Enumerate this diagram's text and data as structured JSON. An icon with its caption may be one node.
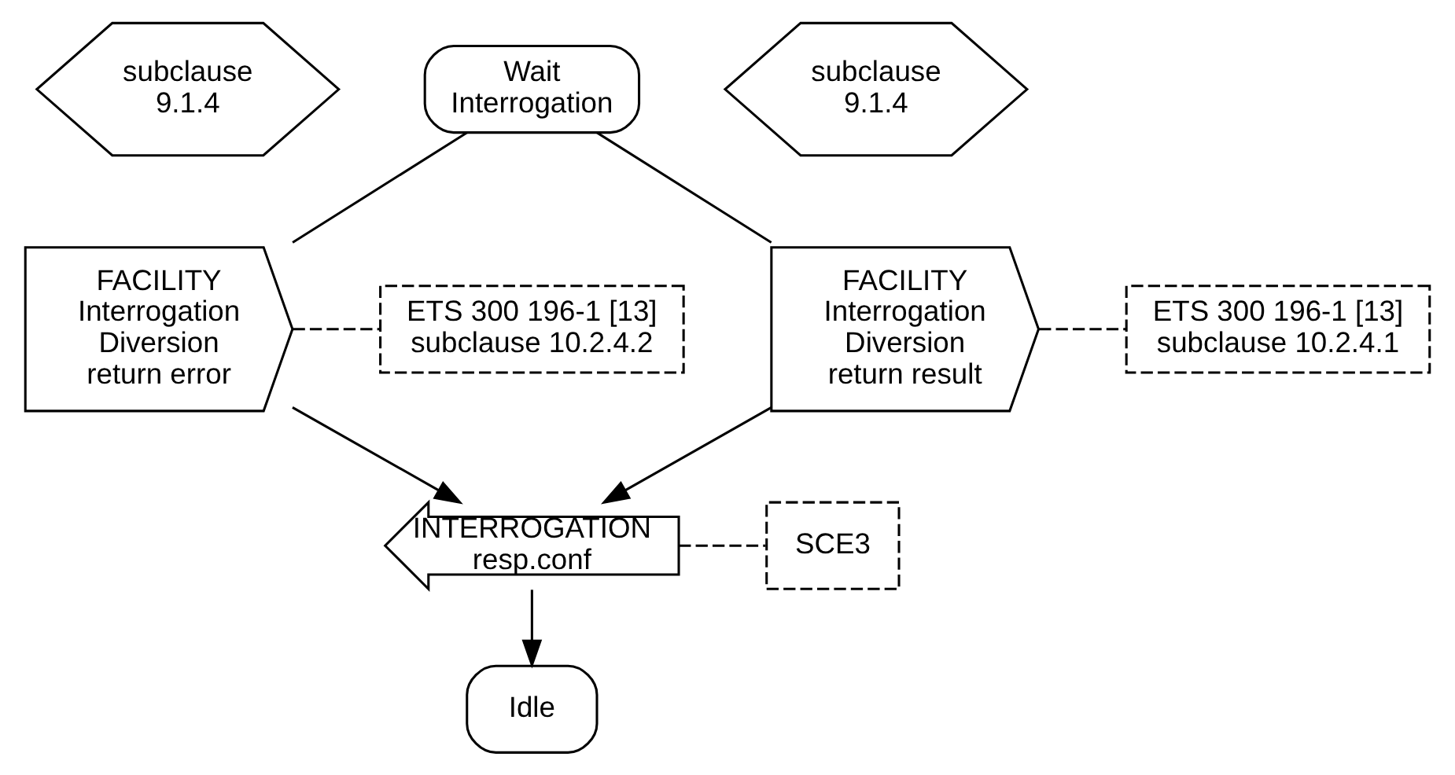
{
  "diagram": {
    "nodes": [
      {
        "text": [
          "subclause 9.1.4"
        ]
      },
      {
        "text": [
          "Wait Interrogation"
        ]
      },
      {
        "text": [
          "subclause 9.1.4"
        ]
      },
      {
        "text": [
          "FACILITY Interrogation Diversion return error"
        ]
      },
      {
        "text": [
          "ETS 300 196-1 [13] subclause 10.2.4.2"
        ]
      },
      {
        "text": [
          "FACILITY Interrogation Diversion return result"
        ]
      },
      {
        "text": [
          "ETS 300 196-1 [13] subclause 10.2.4.1"
        ]
      },
      {
        "text": [
          "INTERROGATION resp.conf"
        ]
      },
      {
        "text": [
          "SCE3"
        ]
      },
      {
        "text": [
          "Idle"
        ]
      }
    ],
    "edges": [
      {
        "from": 1,
        "to": 3,
        "arrow": "none"
      },
      {
        "from": 1,
        "to": 5,
        "arrow": "none"
      },
      {
        "from": 3,
        "to": 4,
        "arrow": "none",
        "style": "dashed"
      },
      {
        "from": 5,
        "to": 6,
        "arrow": "none",
        "style": "dashed"
      },
      {
        "from": 3,
        "to": 7,
        "arrow": "to"
      },
      {
        "from": 5,
        "to": 7,
        "arrow": "to"
      },
      {
        "from": 7,
        "to": 8,
        "arrow": "none",
        "style": "dashed"
      },
      {
        "from": 7,
        "to": 9,
        "arrow": "to"
      }
    ]
  }
}
